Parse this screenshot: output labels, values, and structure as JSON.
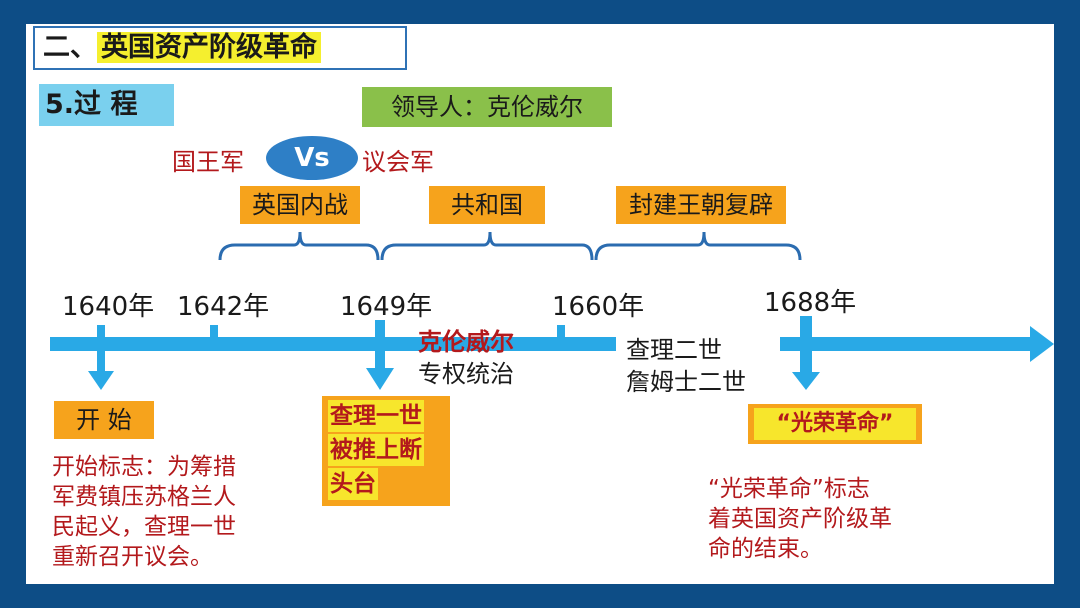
{
  "title": {
    "prefix": "二、",
    "text": "英国资产阶级革命"
  },
  "section": "5.过 程",
  "leader": "领导人：克伦威尔",
  "sides": {
    "left": "国王军",
    "vs": "Vs",
    "right": "议会军"
  },
  "periods": [
    "英国内战",
    "共和国",
    "封建王朝复辟"
  ],
  "years": [
    "1640年",
    "1642年",
    "1649年",
    "1660年",
    "1688年"
  ],
  "cromwell": {
    "name": "克伦威尔",
    "rule": "专权统治"
  },
  "restoration": {
    "line1": "查理二世",
    "line2": "詹姆士二世"
  },
  "start": {
    "label": "开 始",
    "sign_label": "开始标志：",
    "sign_text": [
      "为筹措",
      "军费镇压苏格兰人",
      "民起义，",
      "查理一世",
      "重新召开议会。"
    ]
  },
  "charles": [
    "查理一世",
    "被推上断",
    "头台"
  ],
  "glorious": {
    "label": "“光荣革命”",
    "desc": [
      "“光荣革命”标志",
      "着英国资产阶级革",
      "命的结束。"
    ]
  },
  "colors": {
    "frame": "#0d4d86",
    "timeline": "#29a9e6",
    "bracket": "#2b6cb0",
    "accent_red": "#b3191c",
    "orange": "#f6a31c",
    "yellow": "#f7e62c"
  }
}
